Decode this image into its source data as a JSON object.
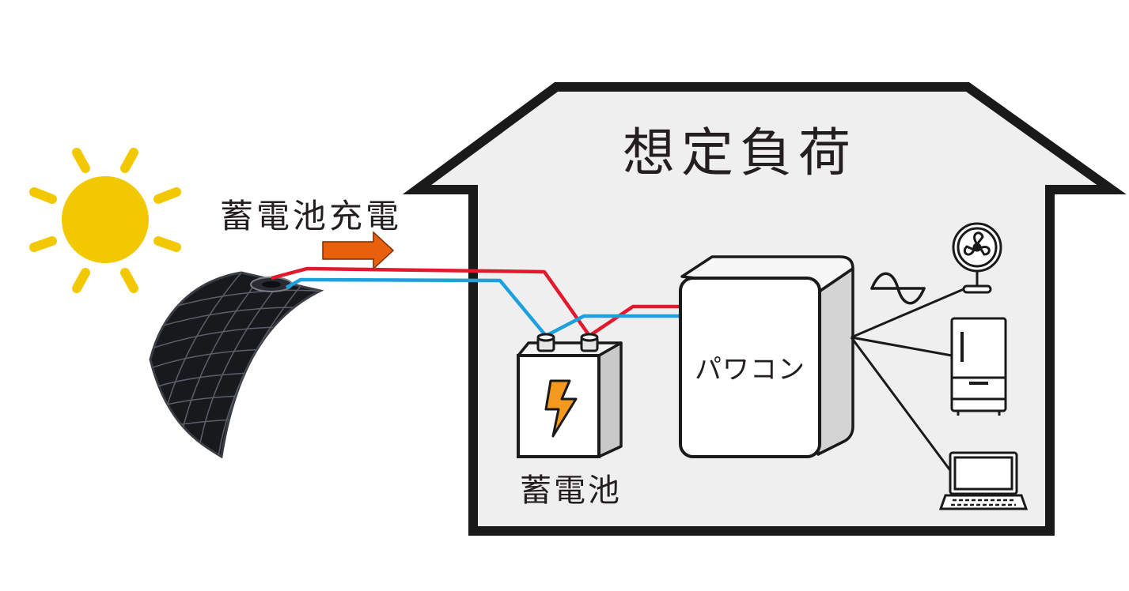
{
  "diagram": {
    "house_title": "想定負荷",
    "charge_label": "蓄電池充電",
    "battery_label": "蓄電池",
    "inverter_label": "パワコン"
  },
  "icons": [
    "sun-icon",
    "solar-panel-icon",
    "arrow-right-icon",
    "battery-icon",
    "lightning-icon",
    "ac-sine-icon",
    "fan-icon",
    "refrigerator-icon",
    "laptop-icon"
  ],
  "colors": {
    "sun": "#f2c800",
    "arrow": "#e8600c",
    "positive_wire": "#e2192c",
    "negative_wire": "#1ea0dc",
    "house_fill": "#efefef",
    "outline": "#1a1a1a",
    "lightning": "#f39a1e"
  }
}
